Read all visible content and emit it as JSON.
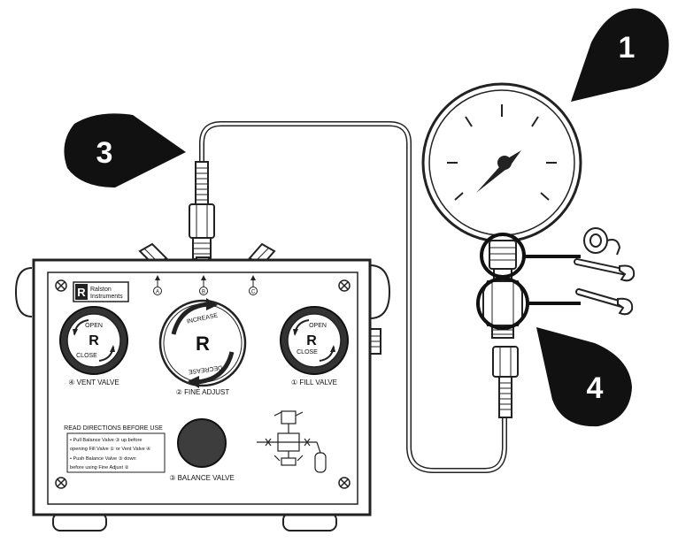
{
  "callouts": [
    {
      "number": "1",
      "label": "callout-1"
    },
    {
      "number": "3",
      "label": "callout-3"
    },
    {
      "number": "4",
      "label": "callout-4"
    }
  ],
  "panel": {
    "brand_line1": "Ralston",
    "brand_line2": "Instruments",
    "port_a": "A",
    "port_b": "B",
    "port_c": "C",
    "vent_valve": {
      "label": "④ VENT VALVE",
      "open": "OPEN",
      "close": "CLOSE"
    },
    "fine_adjust": {
      "label": "② FINE ADJUST",
      "increase": "INCREASE",
      "decrease": "DECREASE"
    },
    "fill_valve": {
      "label": "① FILL VALVE",
      "open": "OPEN",
      "close": "CLOSE"
    },
    "balance_valve": {
      "label": "③ BALANCE VALVE"
    },
    "directions": {
      "title": "READ DIRECTIONS BEFORE USE",
      "line1": "• Pull Balance Valve ③ up before",
      "line2": "opening Fill Valve ① or Vent Valve ④",
      "line3": "• Push Balance Valve ③ down",
      "line4": "before using Fine Adjust ②"
    }
  }
}
